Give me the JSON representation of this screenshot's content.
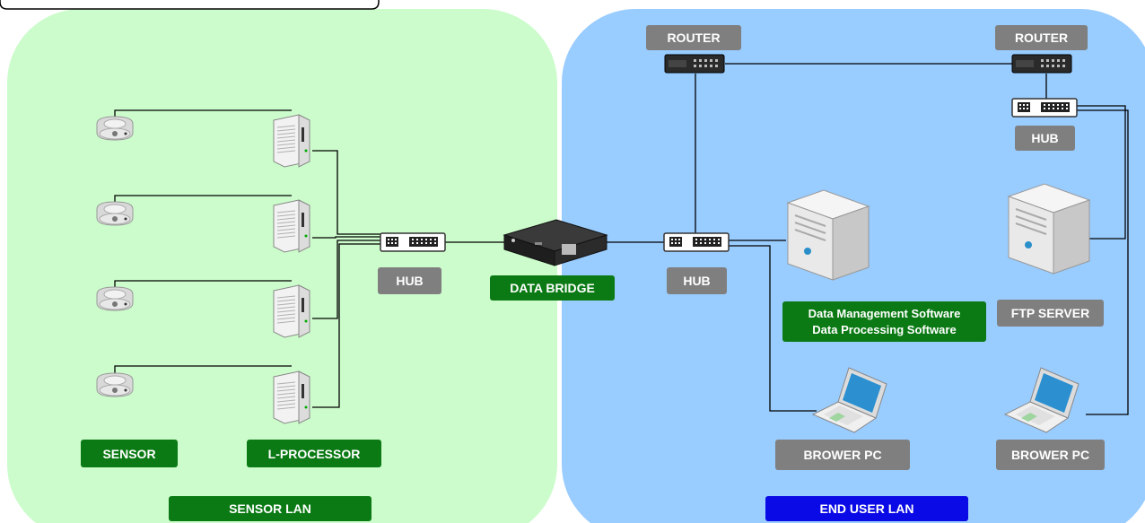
{
  "colors": {
    "sensor_lan_bg": "#ccfccc",
    "end_user_lan_bg": "#99ccff",
    "label_gray": "#7f7f7f",
    "label_green": "#0b7a14",
    "label_blue": "#0a0ae6"
  },
  "labels": {
    "router_left": "ROUTER",
    "router_right": "ROUTER",
    "hub_sensor": "HUB",
    "data_bridge": "DATA BRIDGE",
    "hub_center": "HUB",
    "hub_right": "HUB",
    "software_line1": "Data Management Software",
    "software_line2": "Data Processing Software",
    "ftp_server": "FTP SERVER",
    "sensor": "SENSOR",
    "l_processor": "L-PROCESSOR",
    "brower_pc_left": "BROWER PC",
    "brower_pc_right": "BROWER PC",
    "sensor_lan": "SENSOR LAN",
    "end_user_lan": "END USER LAN"
  },
  "icons": [
    "sensor-icon",
    "l-processor-icon",
    "hub-icon",
    "data-bridge-icon",
    "router-icon",
    "server-icon",
    "laptop-icon"
  ]
}
